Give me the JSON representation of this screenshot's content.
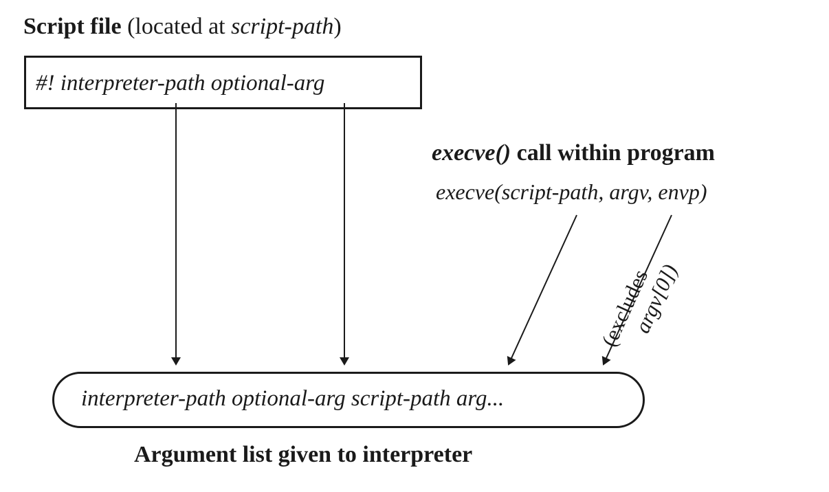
{
  "script_file": {
    "title_bold": "Script file",
    "title_paren_open": " (located at ",
    "title_italic": "script-path",
    "title_paren_close": ")",
    "shebang_line": "#! interpreter-path  optional-arg"
  },
  "execve": {
    "title_italic": "execve()",
    "title_rest": " call within program",
    "call": "execve(script-path, argv, envp)"
  },
  "excludes_note": {
    "line1": "(excludes",
    "line2": "argv[0])"
  },
  "argument_list": {
    "content": "interpreter-path  optional-arg  script-path  arg...",
    "title": "Argument list given to interpreter"
  },
  "colors": {
    "ink": "#1a1a1a",
    "background": "#ffffff"
  }
}
